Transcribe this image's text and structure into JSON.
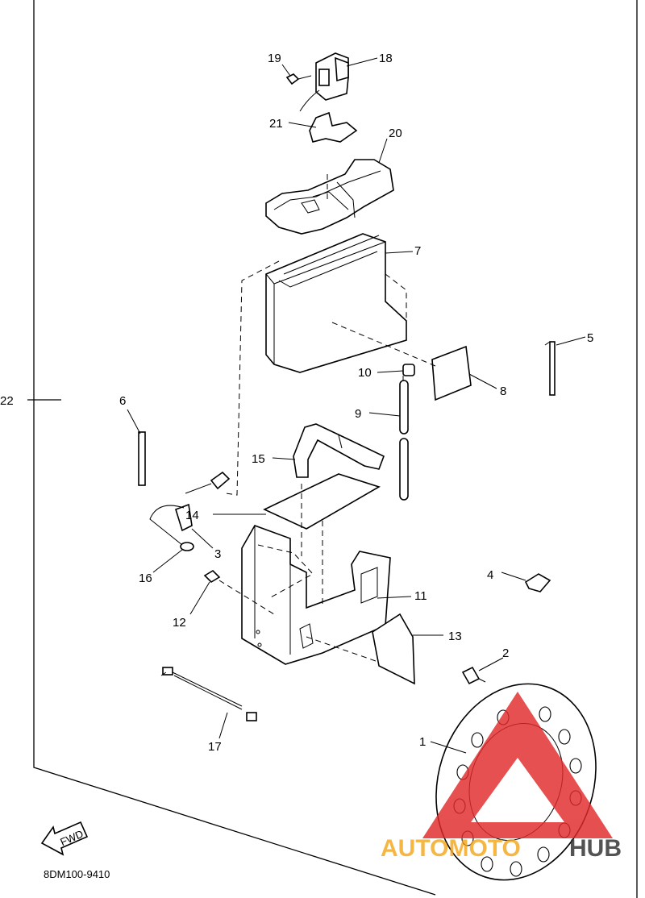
{
  "diagram": {
    "frame_callout": "22",
    "drawing_code": "8DM100-9410",
    "fwd_label": "FWD",
    "callouts": [
      {
        "id": "1"
      },
      {
        "id": "2"
      },
      {
        "id": "3"
      },
      {
        "id": "4"
      },
      {
        "id": "5"
      },
      {
        "id": "6"
      },
      {
        "id": "7"
      },
      {
        "id": "8"
      },
      {
        "id": "9"
      },
      {
        "id": "10"
      },
      {
        "id": "11"
      },
      {
        "id": "12"
      },
      {
        "id": "13"
      },
      {
        "id": "14"
      },
      {
        "id": "15"
      },
      {
        "id": "16"
      },
      {
        "id": "17"
      },
      {
        "id": "18"
      },
      {
        "id": "19"
      },
      {
        "id": "20"
      },
      {
        "id": "21"
      }
    ]
  },
  "watermark": {
    "brand_a": "AUTOMOTO",
    "brand_b": "HUB",
    "colors": {
      "red": "#e0292a",
      "orange": "#f4a71c",
      "dark": "#2e2e2e"
    }
  }
}
